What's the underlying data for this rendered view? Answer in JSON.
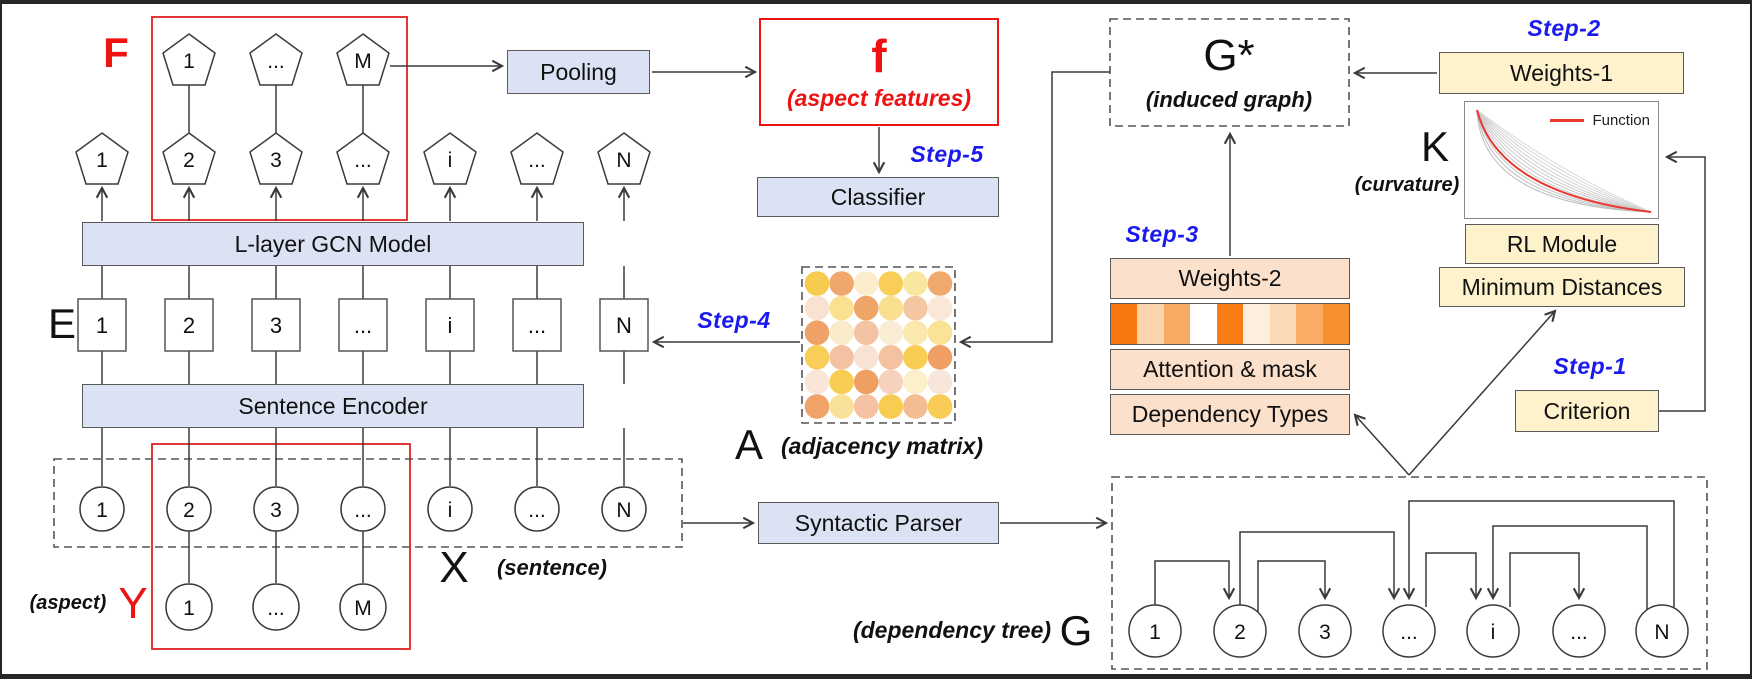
{
  "diagram": {
    "colors": {
      "red": "#e02020",
      "blue_fill": "#dbe2f3",
      "yellow_fill": "#fdf2cc",
      "peach_fill": "#fbe0cb",
      "step_blue": "#1a1aee",
      "line": "#3a3a3a"
    },
    "letters": {
      "F": "F",
      "E": "E",
      "X": "X",
      "Y": "Y",
      "A": "A",
      "K": "K",
      "G": "G",
      "G_star": "G*",
      "f": "f"
    },
    "captions": {
      "sentence": "(sentence)",
      "aspect": "(aspect)",
      "aspect_features": "(aspect features)",
      "adjacency_matrix": "(adjacency matrix)",
      "induced_graph": "(induced graph)",
      "curvature": "(curvature)",
      "dependency_tree": "(dependency tree)"
    },
    "boxes": {
      "pooling": "Pooling",
      "classifier": "Classifier",
      "gcn": "L-layer GCN Model",
      "encoder": "Sentence Encoder",
      "parser": "Syntactic Parser",
      "weights1": "Weights-1",
      "weights2": "Weights-2",
      "rl_module": "RL Module",
      "min_distances": "Minimum Distances",
      "criterion": "Criterion",
      "attention": "Attention & mask",
      "dep_types": "Dependency Types"
    },
    "steps": {
      "step1": "Step-1",
      "step2": "Step-2",
      "step3": "Step-3",
      "step4": "Step-4",
      "step5": "Step-5"
    },
    "legend": {
      "function": "Function"
    },
    "sequences": {
      "pent_top": [
        "1",
        "...",
        "M"
      ],
      "pent_row": [
        "1",
        "2",
        "3",
        "...",
        "i",
        "...",
        "N"
      ],
      "e_row": [
        "1",
        "2",
        "3",
        "...",
        "i",
        "...",
        "N"
      ],
      "x_row": [
        "1",
        "2",
        "3",
        "...",
        "i",
        "...",
        "N"
      ],
      "y_row": [
        "1",
        "...",
        "M"
      ],
      "tree_row": [
        "1",
        "2",
        "3",
        "...",
        "i",
        "...",
        "N"
      ]
    },
    "strip_colors": [
      "#F8780F",
      "#FBD4AE",
      "#F8A963",
      "#FFFFFF",
      "#F87D13",
      "#FDEFDF",
      "#FBD8B6",
      "#F9AC66",
      "#F8902F"
    ],
    "matrix_colors": [
      "#F7CB4F",
      "#F0A76B",
      "#FBEDCB",
      "#F8CE58",
      "#FAE79F",
      "#F0A96C",
      "#F8E3D2",
      "#FAE18F",
      "#EFA567",
      "#F9DF90",
      "#F4C7A2",
      "#F9E7D8",
      "#EFA267",
      "#FAEBCB",
      "#F4C3A3",
      "#FAEDD6",
      "#FAE8AE",
      "#FAE296",
      "#F8CE58",
      "#F3C2A2",
      "#F8E2D3",
      "#F4C29E",
      "#F8CD53",
      "#EF9F64",
      "#F9E6D8",
      "#F8CD55",
      "#EE9F61",
      "#F6D2BE",
      "#FBF0CA",
      "#F8E6DB",
      "#EFA369",
      "#FAE199",
      "#F4C2A2",
      "#F8CC50",
      "#F3BD93",
      "#F8CC55"
    ]
  }
}
